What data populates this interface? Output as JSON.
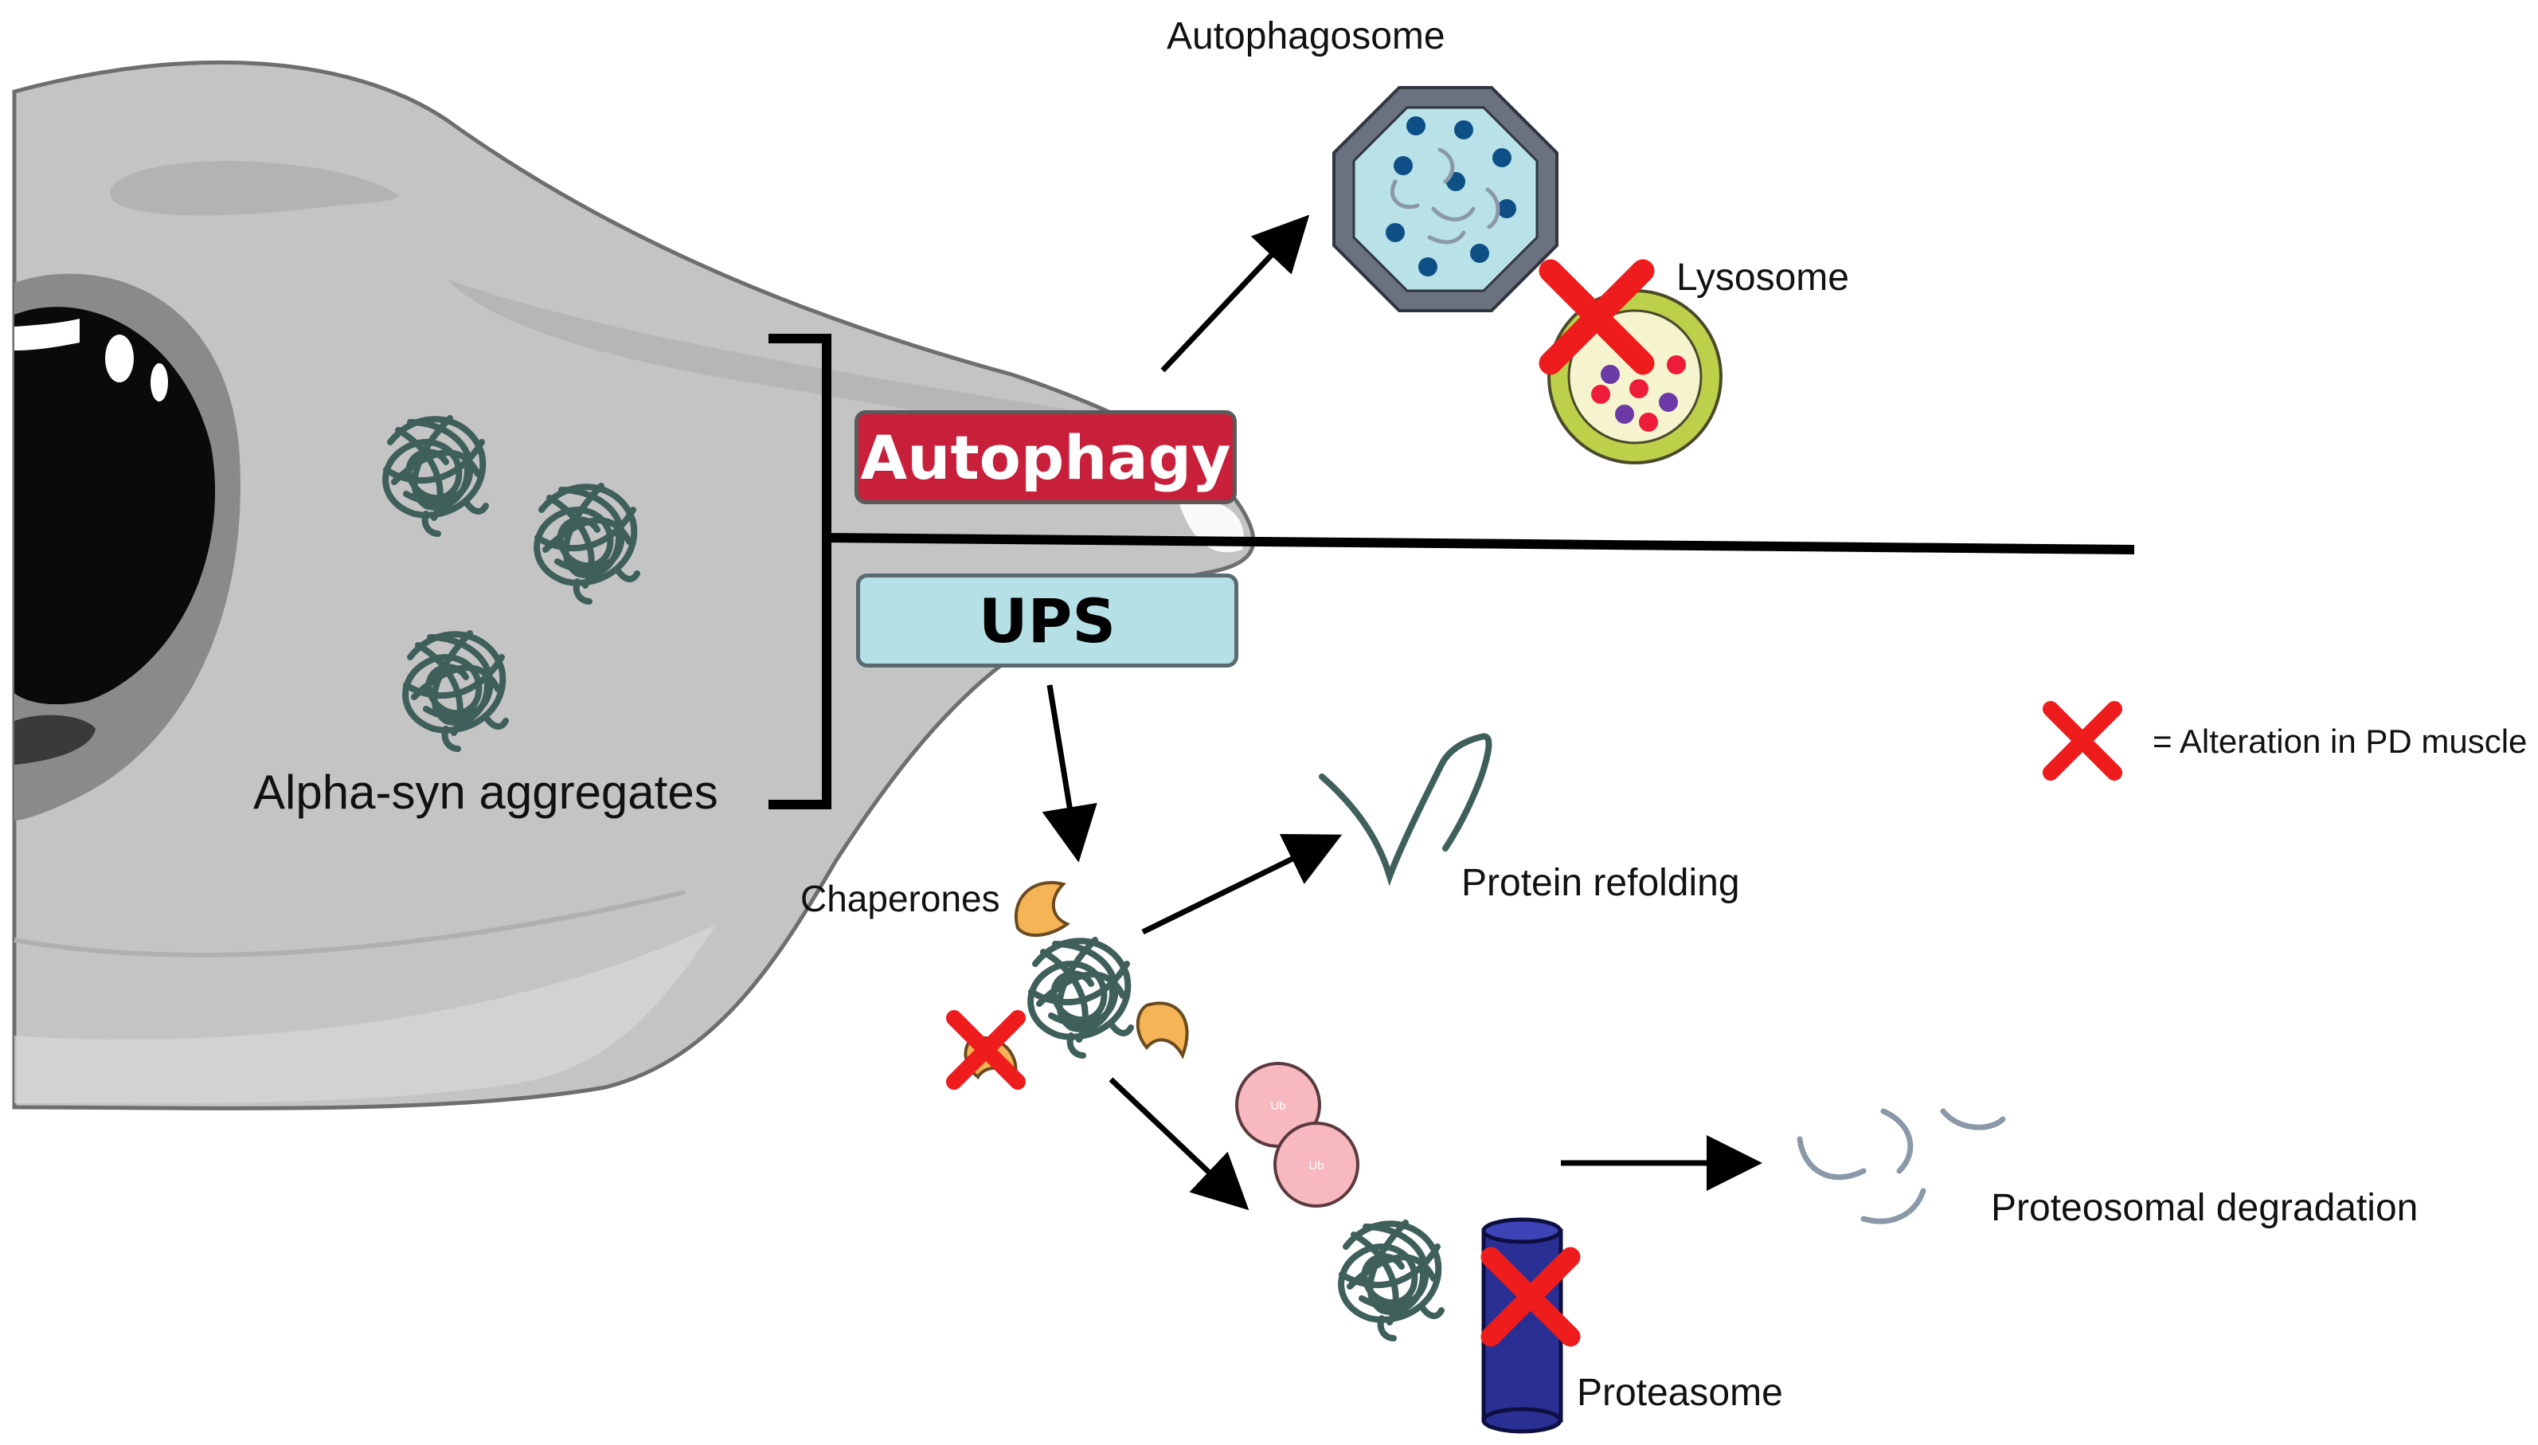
{
  "labels": {
    "autophagosome": "Autophagosome",
    "lysosome": "Lysosome",
    "autophagy": "Autophagy",
    "ups": "UPS",
    "alpha_syn": "Alpha-syn aggregates",
    "chaperones": "Chaperones",
    "protein_refolding": "Protein refolding",
    "proteasome": "Proteasome",
    "proteosomal_degradation": "Proteosomal degradation",
    "legend_text": "= Alteration in PD muscle",
    "ub": "Ub"
  },
  "colors": {
    "cell_body": "#c4c4c4",
    "nucleus": "#8a8a8a",
    "autophagy_fill": "#c8203a",
    "ups_fill": "#b4e0e6",
    "aggregate": "#3f5f5a",
    "chaperone": "#f5b556",
    "ubiquitin": "#f7b8c0",
    "proteasome": "#2a2f94",
    "alteration_mark": "#ee1c1c",
    "lysosome_ring": "#bcd04a",
    "autophagosome_ring": "#6a7280",
    "autophagosome_lumen": "#b8e2e8"
  },
  "icons": [
    "alteration-x-icon",
    "aggregate-icon",
    "chaperone-icon",
    "ubiquitin-icon",
    "proteasome-icon"
  ]
}
